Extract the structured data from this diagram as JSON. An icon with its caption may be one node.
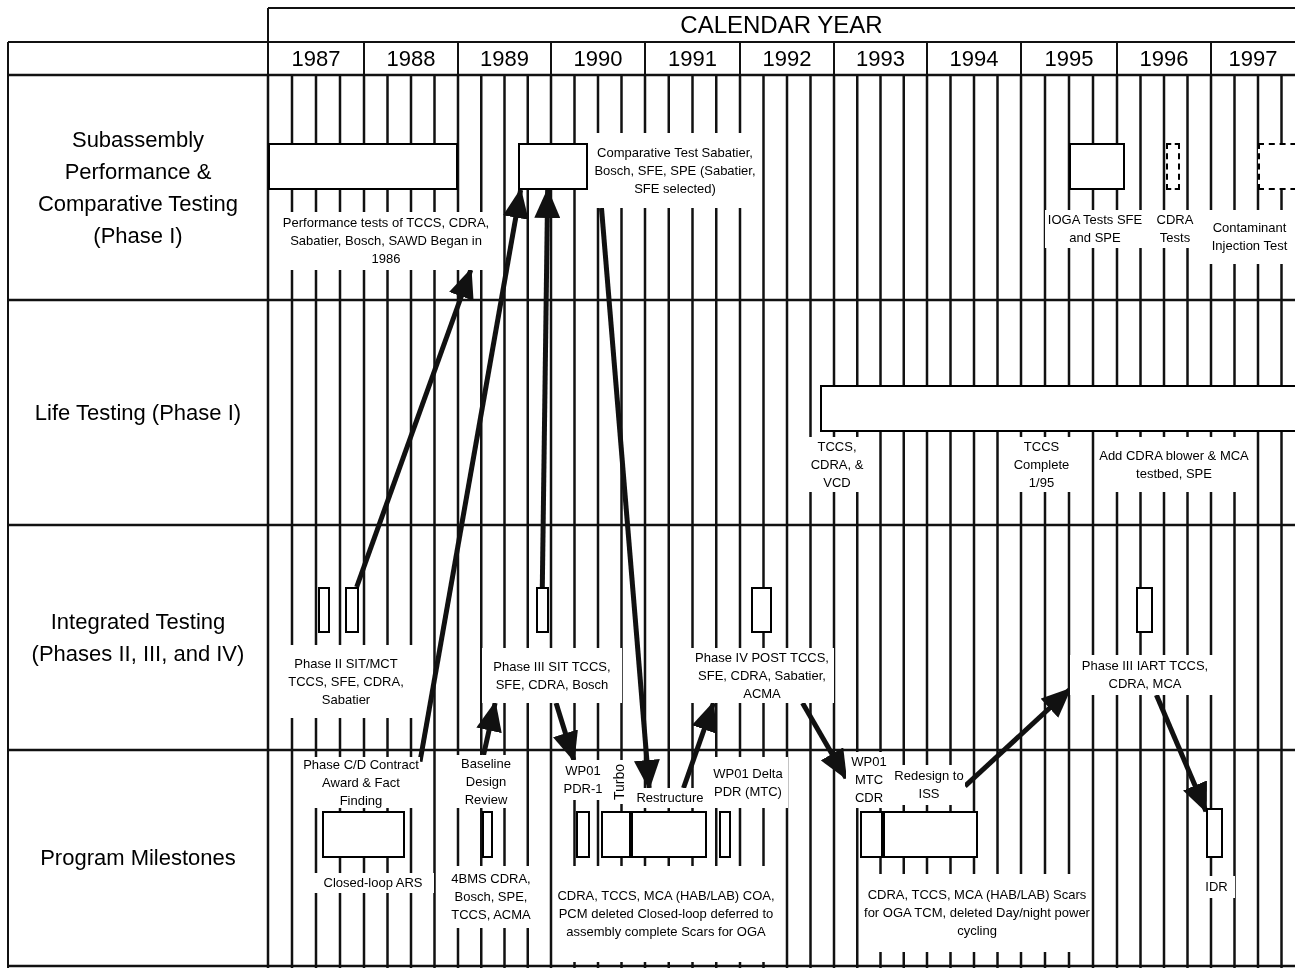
{
  "diagram": {
    "nodes": [
      {
        "text": [],
        "shape": "bar"
      },
      {
        "text": [
          "Performance tests of TCCS, CDRA, Sabatier, Bosch, SAWD Began in 1986"
        ]
      },
      {
        "text": [],
        "shape": "bar"
      },
      {
        "text": [
          "Comparative Test Sabatier, Bosch, SFE, SPE (Sabatier, SFE selected)"
        ]
      },
      {
        "text": [],
        "shape": "bar"
      },
      {
        "text": [],
        "shape": "bar"
      },
      {
        "text": [],
        "shape": "bar"
      },
      {
        "text": [
          "IOGA Tests SFE and SPE"
        ]
      },
      {
        "text": [
          "CDRA Tests"
        ]
      },
      {
        "text": [
          "Contaminant Injection Test"
        ]
      },
      {
        "text": [],
        "shape": "bar"
      },
      {
        "text": [
          "TCCS, CDRA, & VCD"
        ]
      },
      {
        "text": [
          "TCCS Complete 1/95"
        ]
      },
      {
        "text": [
          "Add CDRA blower & MCA testbed, SPE"
        ]
      },
      {
        "text": [],
        "shape": "bar"
      },
      {
        "text": [],
        "shape": "bar"
      },
      {
        "text": [
          "Phase II SIT/MCT TCCS, SFE, CDRA, Sabatier"
        ]
      },
      {
        "text": [],
        "shape": "bar"
      },
      {
        "text": [
          "Phase III SIT TCCS, SFE, CDRA, Bosch"
        ]
      },
      {
        "text": [],
        "shape": "bar"
      },
      {
        "text": [
          "Phase IV POST TCCS, SFE, CDRA, Sabatier, ACMA"
        ]
      },
      {
        "text": [],
        "shape": "bar"
      },
      {
        "text": [
          "Phase III IART TCCS, CDRA, MCA"
        ]
      },
      {
        "text": [
          "Phase C/D Contract Award & Fact Finding"
        ]
      },
      {
        "text": [],
        "shape": "bar"
      },
      {
        "text": [
          "Closed-loop ARS"
        ]
      },
      {
        "text": [
          "Baseline Design Review"
        ]
      },
      {
        "text": [],
        "shape": "bar"
      },
      {
        "text": [
          "4BMS CDRA, Bosch, SPE, TCCS, ACMA"
        ]
      },
      {
        "text": [
          "WP01 PDR-1"
        ]
      },
      {
        "text": [
          "Turbo"
        ]
      },
      {
        "text": [
          "Restructure"
        ]
      },
      {
        "text": [
          "WP01 Delta PDR (MTC)"
        ]
      },
      {
        "text": [],
        "shape": "bar"
      },
      {
        "text": [],
        "shape": "bar"
      },
      {
        "text": [],
        "shape": "bar"
      },
      {
        "text": [],
        "shape": "bar"
      },
      {
        "text": [
          "CDRA, TCCS, MCA (HAB/LAB) COA, PCM deleted Closed-loop deferred to assembly complete Scars for OGA"
        ]
      },
      {
        "text": [
          "WP01 MTC CDR"
        ]
      },
      {
        "text": [
          "Redesign to ISS"
        ]
      },
      {
        "text": [],
        "shape": "bar"
      },
      {
        "text": [],
        "shape": "bar"
      },
      {
        "text": [
          "CDRA, TCCS, MCA (HAB/LAB) Scars for OGA TCM, deleted Day/night power cycling"
        ]
      },
      {
        "text": [],
        "shape": "bar"
      },
      {
        "text": [
          "IDR"
        ]
      }
    ],
    "edges": [
      {
        "from": 15,
        "to": 1,
        "arrow": "to"
      },
      {
        "from": 23,
        "to": 2,
        "arrow": "to"
      },
      {
        "from": 17,
        "to": 2,
        "arrow": "to"
      },
      {
        "from": 3,
        "to": 31,
        "arrow": "to"
      },
      {
        "from": 26,
        "to": 18,
        "arrow": "to"
      },
      {
        "from": 18,
        "to": 29,
        "arrow": "to"
      },
      {
        "from": 31,
        "to": 20,
        "arrow": "to"
      },
      {
        "from": 20,
        "to": 38,
        "arrow": "to"
      },
      {
        "from": 39,
        "to": 22,
        "arrow": "to"
      },
      {
        "from": 22,
        "to": 43,
        "arrow": "to"
      }
    ],
    "labels": [
      "CALENDAR YEAR",
      "1987",
      "1988",
      "1989",
      "1990",
      "1991",
      "1992",
      "1993",
      "1994",
      "1995",
      "1996",
      "1997",
      "Subassembly Performance & Comparative Testing (Phase I)",
      "Life Testing (Phase I)",
      "Integrated Testing (Phases II, III, and IV)",
      "Program Milestones"
    ]
  }
}
